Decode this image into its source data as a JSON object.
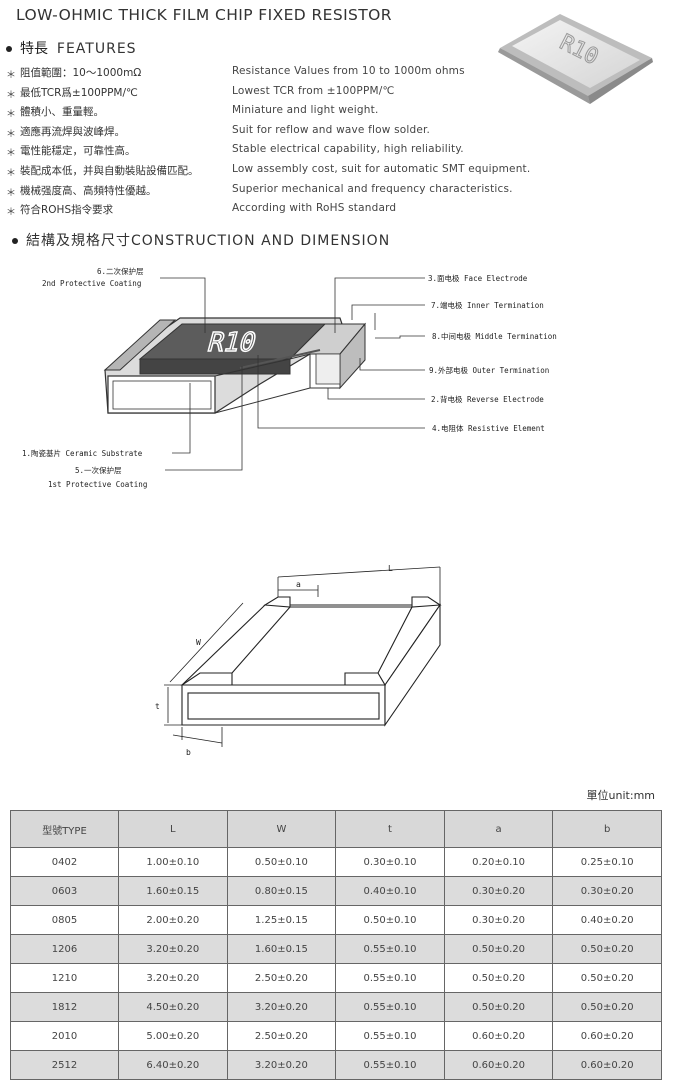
{
  "header": {
    "title": "LOW-OHMIC THICK FILM CHIP FIXED RESISTOR",
    "marking": "R10"
  },
  "features": {
    "heading_zh": "特長",
    "heading_en": "FEATURES",
    "items": [
      {
        "zh": "阻值範圍：10〜1000mΩ",
        "en": "Resistance Values from 10 to 1000m ohms"
      },
      {
        "zh": "最低TCR爲±100PPM/℃",
        "en": "Lowest TCR from ±100PPM/℃"
      },
      {
        "zh": "體積小、重量輕。",
        "en": "Miniature and light weight."
      },
      {
        "zh": "適應再流焊與波峰焊。",
        "en": "Suit for reflow and wave flow solder."
      },
      {
        "zh": "電性能穩定，可靠性高。",
        "en": "Stable electrical capability, high reliability."
      },
      {
        "zh": "裝配成本低，并與自動裝貼設備匹配。",
        "en": "Low assembly cost, suit for automatic SMT equipment."
      },
      {
        "zh": "機械强度高、高頻特性優越。",
        "en": "Superior mechanical and frequency characteristics."
      },
      {
        "zh": "符合ROHS指令要求",
        "en": "According with RoHS standard"
      }
    ]
  },
  "construction": {
    "heading": "結構及規格尺寸CONSTRUCTION AND DIMENSION",
    "labels": {
      "protective2_zh": "6.二次保护层",
      "protective2_en": "2nd Protective Coating",
      "face": "3.面电极 Face Electrode",
      "inner": "7.端电极 Inner Termination",
      "middle": "8.中间电极 Middle Termination",
      "outer": "9.外部电极 Outer Termination",
      "reverse": "2.背电极 Reverse Electrode",
      "resistive": "4.电阻体 Resistive Element",
      "substrate": "1.陶瓷基片 Ceramic Substrate",
      "protective1_zh": "5.一次保护层",
      "protective1_en": "1st Protective Coating"
    }
  },
  "dimension": {
    "L": "L",
    "W": "W",
    "t": "t",
    "a": "a",
    "b": "b"
  },
  "table": {
    "unit": "單位unit:mm",
    "headers": [
      "型號TYPE",
      "L",
      "W",
      "t",
      "a",
      "b"
    ],
    "rows": [
      [
        "0402",
        "1.00±0.10",
        "0.50±0.10",
        "0.30±0.10",
        "0.20±0.10",
        "0.25±0.10"
      ],
      [
        "0603",
        "1.60±0.15",
        "0.80±0.15",
        "0.40±0.10",
        "0.30±0.20",
        "0.30±0.20"
      ],
      [
        "0805",
        "2.00±0.20",
        "1.25±0.15",
        "0.50±0.10",
        "0.30±0.20",
        "0.40±0.20"
      ],
      [
        "1206",
        "3.20±0.20",
        "1.60±0.15",
        "0.55±0.10",
        "0.50±0.20",
        "0.50±0.20"
      ],
      [
        "1210",
        "3.20±0.20",
        "2.50±0.20",
        "0.55±0.10",
        "0.50±0.20",
        "0.50±0.20"
      ],
      [
        "1812",
        "4.50±0.20",
        "3.20±0.20",
        "0.55±0.10",
        "0.50±0.20",
        "0.50±0.20"
      ],
      [
        "2010",
        "5.00±0.20",
        "2.50±0.20",
        "0.55±0.10",
        "0.60±0.20",
        "0.60±0.20"
      ],
      [
        "2512",
        "6.40±0.20",
        "3.20±0.20",
        "0.55±0.10",
        "0.60±0.20",
        "0.60±0.20"
      ]
    ]
  }
}
